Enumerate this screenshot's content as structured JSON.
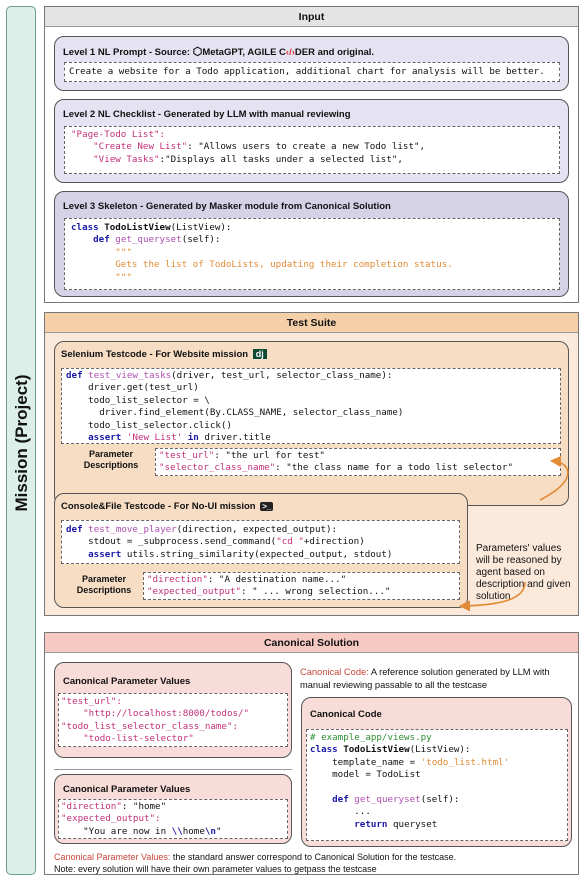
{
  "sidebar": {
    "label": "Mission (Project)"
  },
  "input": {
    "header": "Input",
    "level1": {
      "title_prefix": "Level 1 NL Prompt - Source:",
      "metagpt": "MetaGPT,",
      "agile_a": "AGILE C",
      "agile_b": "DER",
      "title_suffix": "and original.",
      "prompt": "Create a website for a Todo application, additional chart for analysis will be better."
    },
    "level2": {
      "title": "Level 2 NL Checklist - Generated by LLM with manual reviewing",
      "l1": "\"Page-Todo List\":",
      "l2k": "\"Create New List\"",
      "l2v": "\"Allows users to create a new Todo list\",",
      "l3k": "\"View Tasks\"",
      "l3v": "\"Displays all tasks under a selected list\","
    },
    "level3": {
      "title": "Level 3 Skeleton - Generated by Masker module from Canonical Solution",
      "kw_class": "class",
      "classname": "TodoListView",
      "base": "(ListView):",
      "kw_def": "def",
      "fn": "get_queryset",
      "args": "(self):",
      "q1": "\"\"\"",
      "doc": "Gets the list of TodoLists, updating their completion status.",
      "q2": "\"\"\""
    }
  },
  "tests": {
    "header": "Test Suite",
    "selenium": {
      "title": "Selenium Testcode - For Website mission",
      "badge": "dj",
      "kw_def": "def",
      "fn": "test_view_tasks",
      "args": "(driver, test_url, selector_class_name):",
      "c2": "driver.get(test_url)",
      "c3": "todo_list_selector = \\",
      "c4": "driver.find_element(By.CLASS_NAME, selector_class_name)",
      "c5": "todo_list_selector.click()",
      "kw_assert": "assert",
      "astr": "'New List'",
      "kw_in": "in",
      "aend": "driver.title",
      "param_label": "Parameter Descriptions",
      "p1k": "\"test_url\"",
      "p1v": ": \"the url for test\"",
      "p2k": "\"selector_class_name\"",
      "p2v": ": \"the class name for a todo list selector\""
    },
    "console": {
      "title": "Console&File Testcode - For No-UI mission",
      "badge": ">_",
      "kw_def": "def",
      "fn": "test_move_player",
      "args": "(direction, expected_output):",
      "c2a": "stdout = _subprocess.send_command(",
      "c2s": "\"cd \"",
      "c2b": "+direction)",
      "kw_assert": "assert",
      "aend": "utils.string_similarity(expected_output, stdout)",
      "param_label": "Parameter Descriptions",
      "p1k": "\"direction\"",
      "p1v": ": \"A destination name...\"",
      "p2k": "\"expected_output\"",
      "p2v": ": \" ... wrong selection...\""
    },
    "note": "Parameters' values will be reasoned by agent based on description and given solution"
  },
  "canonical": {
    "header": "Canonical Solution",
    "pv1": {
      "title": "Canonical Parameter Values",
      "l1": "\"test_url\":",
      "l2": "\"http://localhost:8000/todos/\"",
      "l3": "\"todo_list_selector_class_name\":",
      "l4": "\"todo-list-selector\""
    },
    "pv2": {
      "title": "Canonical Parameter Values",
      "l1k": "\"direction\"",
      "l1v": ": \"home\"",
      "l2": "\"expected_output\":",
      "l3a": "\"You are now in ",
      "l3b": "\\\\",
      "l3c": "home",
      "l3d": "\\n",
      "l3e": "\""
    },
    "code_desc_label": "Canonical Code:",
    "code_desc": "A reference solution generated by LLM with manual reviewing passable to all the testcase",
    "code": {
      "title": "Canonical Code",
      "comment": "# example_app/views.py",
      "kw_class": "class",
      "classname": "TodoListView",
      "base": "(ListView):",
      "l3a": "template_name = ",
      "l3b": "'todo_list.html'",
      "l4": "model = TodoList",
      "kw_def": "def",
      "fn": "get_queryset",
      "args": "(self):",
      "l6": "...",
      "kw_return": "return",
      "l7": "queryset"
    },
    "footer_label": "Canonical Parameter Values:",
    "footer1": "the standard answer correspond to Canonical Solution for the testcase.",
    "footer2": "Note: every solution will have their own parameter values to getpass the testcase"
  }
}
